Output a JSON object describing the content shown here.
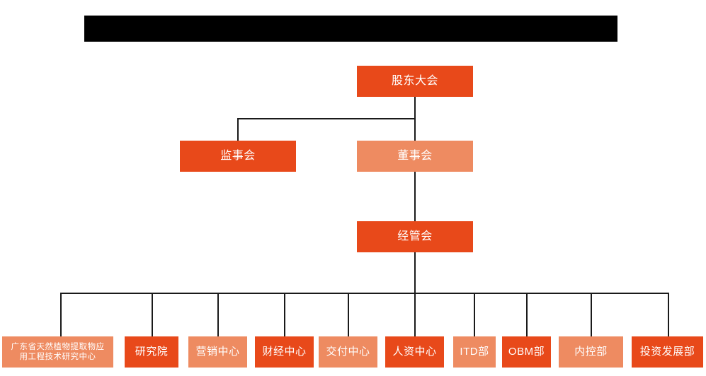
{
  "chart_data": {
    "type": "diagram",
    "diagram_kind": "organization-chart",
    "title": "",
    "palette": {
      "background": "#ffffff",
      "node_dark": "#E8491A",
      "node_light": "#EE8B61",
      "node_text": "#ffffff",
      "connector": "#1a1a1a",
      "redaction": "#000000"
    },
    "levels": [
      {
        "level": 1,
        "nodes": [
          "股东大会"
        ]
      },
      {
        "level": 2,
        "nodes": [
          "监事会",
          "董事会"
        ]
      },
      {
        "level": 3,
        "nodes": [
          "经管会"
        ]
      },
      {
        "level": 4,
        "nodes": [
          "广东省天然植物提取物应用工程技术研究中心",
          "研究院",
          "营销中心",
          "财经中心",
          "交付中心",
          "人资中心",
          "ITD部",
          "OBM部",
          "内控部",
          "投资发展部"
        ]
      }
    ],
    "edges": [
      {
        "from": "股东大会",
        "to": "监事会"
      },
      {
        "from": "股东大会",
        "to": "董事会"
      },
      {
        "from": "董事会",
        "to": "经管会"
      },
      {
        "from": "经管会",
        "to": "广东省天然植物提取物应用工程技术研究中心"
      },
      {
        "from": "经管会",
        "to": "研究院"
      },
      {
        "from": "经管会",
        "to": "营销中心"
      },
      {
        "from": "经管会",
        "to": "财经中心"
      },
      {
        "from": "经管会",
        "to": "交付中心"
      },
      {
        "from": "经管会",
        "to": "人资中心"
      },
      {
        "from": "经管会",
        "to": "ITD部"
      },
      {
        "from": "经管会",
        "to": "OBM部"
      },
      {
        "from": "经管会",
        "to": "内控部"
      },
      {
        "from": "经管会",
        "to": "投资发展部"
      }
    ]
  },
  "header": {
    "redacted_title": ""
  },
  "nodes": {
    "shareholders_meeting": {
      "label": "股东大会",
      "shade": "dark"
    },
    "board_of_supervisors": {
      "label": "监事会",
      "shade": "dark"
    },
    "board_of_directors": {
      "label": "董事会",
      "shade": "light"
    },
    "management_committee": {
      "label": "经管会",
      "shade": "dark"
    },
    "research_center": {
      "label_line1": "广东省天然植物提取物应",
      "label_line2": "用工程技术研究中心",
      "shade": "light"
    },
    "research_institute": {
      "label": "研究院",
      "shade": "dark"
    },
    "marketing_center": {
      "label": "营销中心",
      "shade": "light"
    },
    "finance_center": {
      "label": "财经中心",
      "shade": "dark"
    },
    "delivery_center": {
      "label": "交付中心",
      "shade": "light"
    },
    "hr_center": {
      "label": "人资中心",
      "shade": "dark"
    },
    "itd_dept": {
      "label": "ITD部",
      "shade": "light"
    },
    "obm_dept": {
      "label": "OBM部",
      "shade": "dark"
    },
    "internal_control_dept": {
      "label": "内控部",
      "shade": "light"
    },
    "investment_dev_dept": {
      "label": "投资发展部",
      "shade": "dark"
    }
  }
}
